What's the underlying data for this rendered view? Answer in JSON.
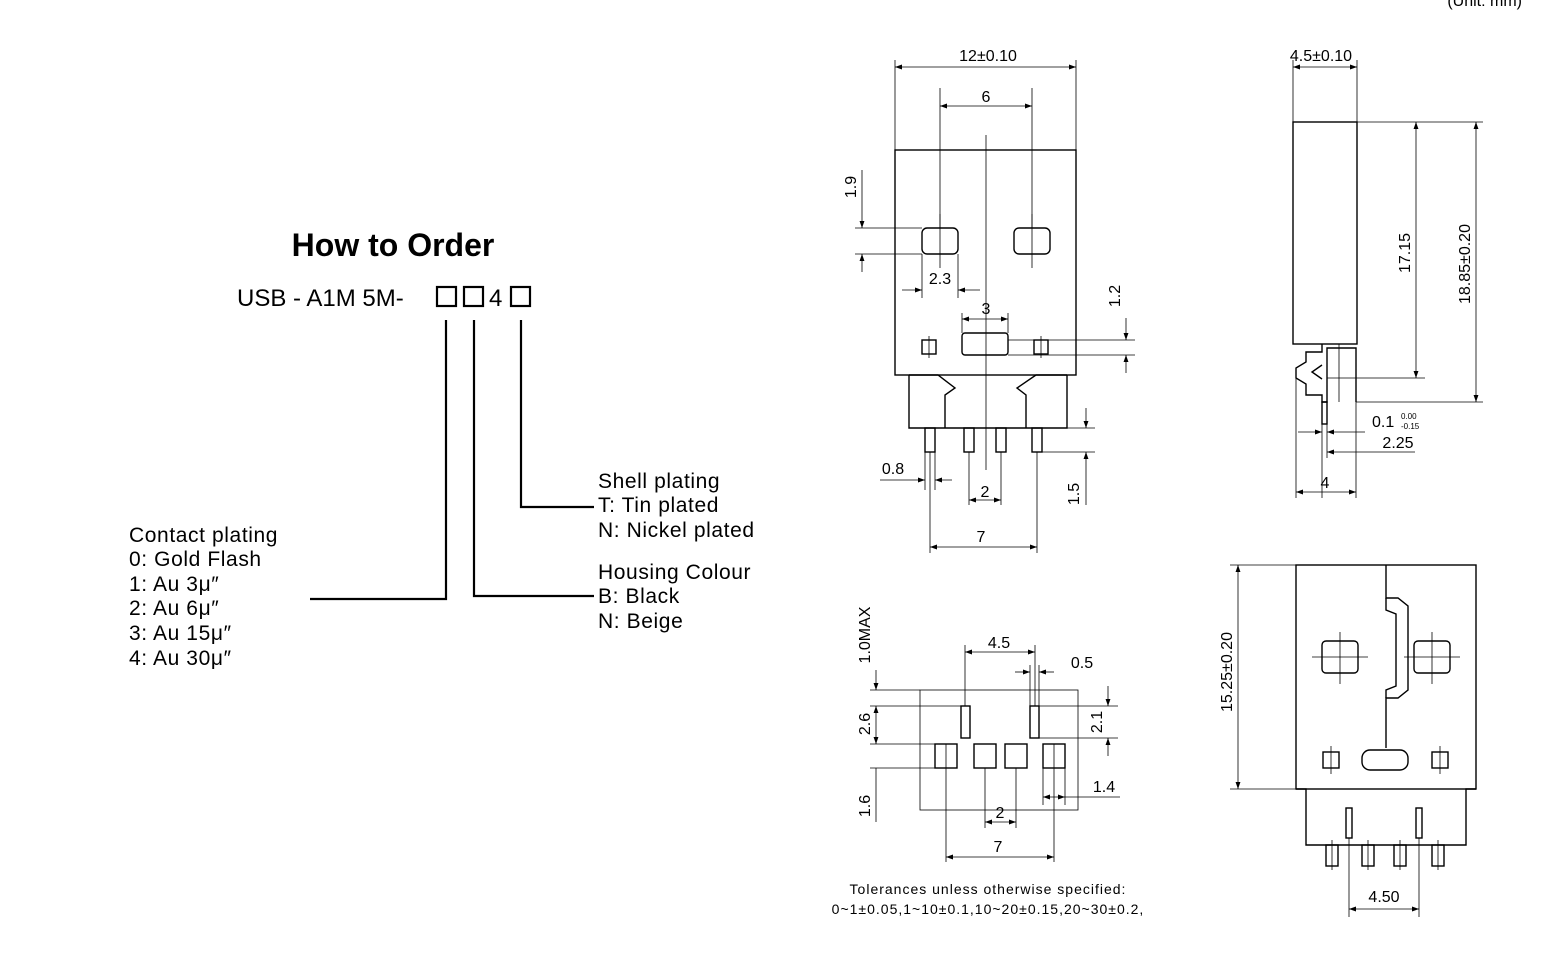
{
  "unit_note": "(Unit: mm)",
  "order": {
    "title": "How to Order",
    "code_prefix": "USB - A1M 5M-",
    "code_fixed_digit": "4",
    "shell_plating": {
      "heading": "Shell plating",
      "options": [
        "T: Tin plated",
        "N: Nickel plated"
      ]
    },
    "housing_colour": {
      "heading": "Housing Colour",
      "options": [
        "B: Black",
        "N: Beige"
      ]
    },
    "contact_plating": {
      "heading": "Contact plating",
      "options": [
        "0: Gold Flash",
        "1: Au 3μ″",
        "2: Au 6μ″",
        "3: Au 15μ″",
        "4: Au 30μ″"
      ]
    }
  },
  "front_view": {
    "width": "12±0.10",
    "inner": "6",
    "window_h": "1.9",
    "window_w": "2.3",
    "slot_w": "3",
    "slot_h": "1.2",
    "pin_w": "0.8",
    "pin_pitch": "2",
    "pin_len": "1.5",
    "pin_span": "7"
  },
  "side_view": {
    "thickness": "4.5±0.10",
    "len_a": "17.15",
    "len_b": "18.85±0.20",
    "offset": "0.1",
    "offset_tol_upper": "0.00",
    "offset_tol_lower": "-0.15",
    "width_a": "2.25",
    "width_b": "4"
  },
  "footprint": {
    "max_h": "1.0MAX",
    "row_gap": "2.6",
    "pad_len": "1.6",
    "span_top": "4.5",
    "peg_w": "0.5",
    "peg_h": "2.1",
    "pad_w": "1.4",
    "pitch": "2",
    "span": "7"
  },
  "top_view": {
    "length": "15.25±0.20",
    "pin_span": "4.50"
  },
  "tolerances": {
    "line1": "Tolerances unless otherwise specified:",
    "line2": "0~1±0.05,1~10±0.1,10~20±0.15,20~30±0.2,"
  }
}
